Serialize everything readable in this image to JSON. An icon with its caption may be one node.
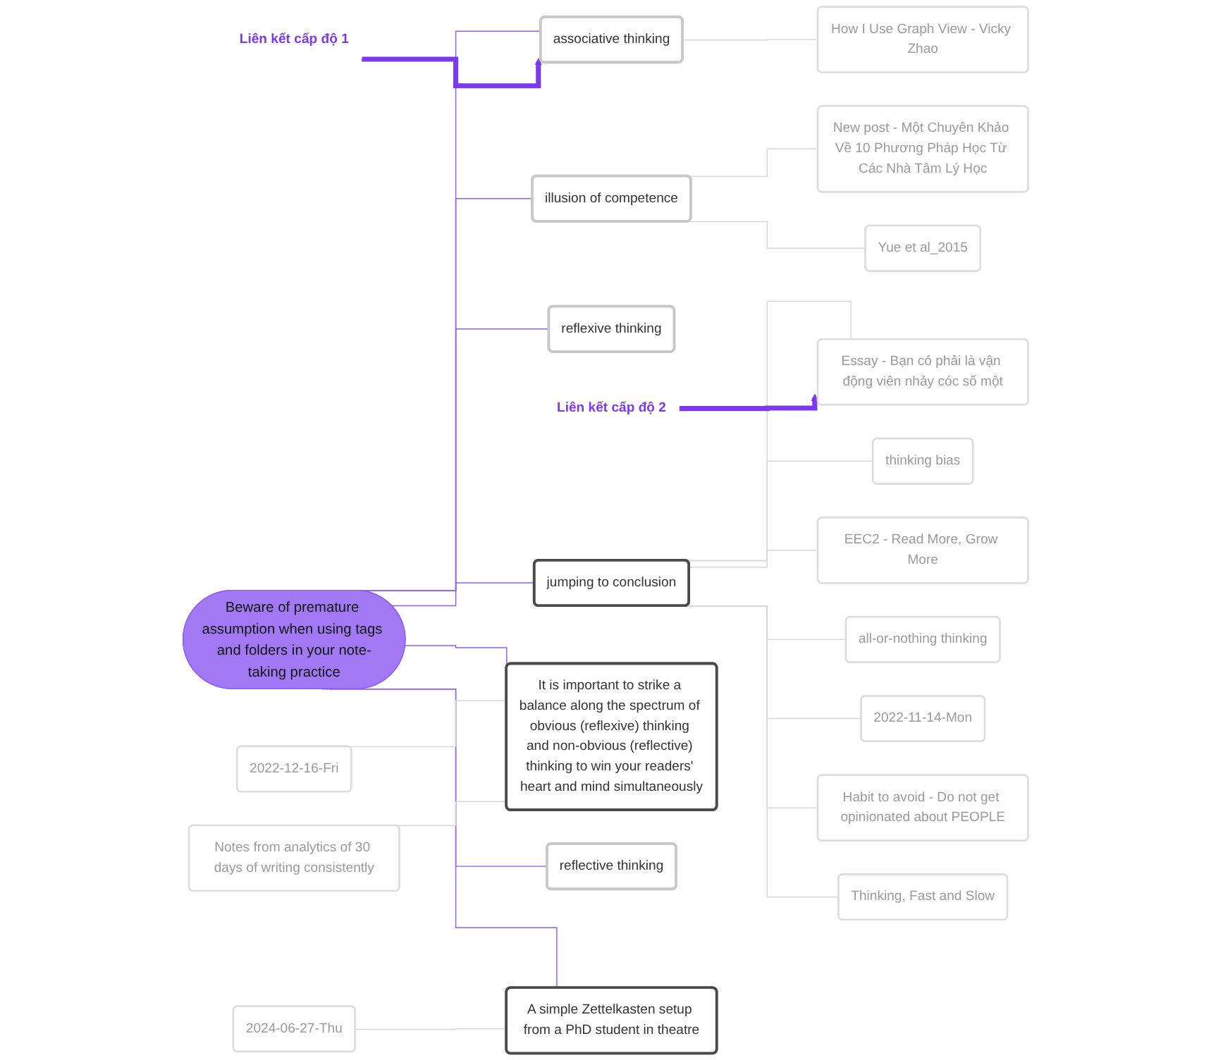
{
  "diagram": {
    "nodes": [
      {
        "text": [
          "Beware of premature assumption when using tags and folders in your note-taking practice"
        ]
      },
      {
        "text": [
          "jumping to conclusion"
        ]
      },
      {
        "text": [
          "reflexive thinking"
        ]
      },
      {
        "text": [
          "associative thinking"
        ]
      },
      {
        "text": [
          "illusion of competence"
        ]
      },
      {
        "text": [
          "It is important to strike a balance along the spectrum of obvious (reflexive) thinking and non-obvious (reflective) thinking to win your readers' heart and mind simultaneously"
        ]
      },
      {
        "text": [
          "reflective thinking"
        ]
      },
      {
        "text": [
          "A simple Zettelkasten setup from a PhD student in theatre"
        ]
      },
      {
        "text": [
          "Thinking, Fast and Slow"
        ]
      },
      {
        "text": [
          "Habit to avoid - Do not get opinionated about PEOPLE"
        ]
      },
      {
        "text": [
          "2022-11-14-Mon"
        ]
      },
      {
        "text": [
          "all-or-nothing thinking"
        ]
      },
      {
        "text": [
          "Essay - Bạn có phải là vận động viên nhảy cóc số một"
        ]
      },
      {
        "text": [
          "EEC2 - Read More, Grow More"
        ]
      },
      {
        "text": [
          "thinking bias"
        ]
      },
      {
        "text": [
          "2022-12-16-Fri"
        ]
      },
      {
        "text": [
          "Yue et al_2015"
        ]
      },
      {
        "text": [
          "2024-06-27-Thu"
        ]
      },
      {
        "text": [
          "Notes from analytics of 30 days of writing consistently"
        ]
      },
      {
        "text": [
          "How I Use Graph View - Vicky Zhao"
        ]
      },
      {
        "text": [
          "New post - Một Chuyên Khảo Về 10 Phương Pháp Học Từ Các Nhà Tâm Lý Học"
        ]
      },
      {
        "text": [
          "Liên kết cấp độ 2"
        ]
      },
      {
        "text": [
          "Liên kết cấp độ 1"
        ]
      }
    ],
    "edges": [
      {
        "from": 0,
        "to": 1,
        "arrow": "none",
        "color": "#8b5cf6"
      },
      {
        "from": 0,
        "to": 2,
        "arrow": "none",
        "color": "#8b5cf6"
      },
      {
        "from": 0,
        "to": 3,
        "arrow": "none",
        "color": "#8b5cf6"
      },
      {
        "from": 0,
        "to": 4,
        "arrow": "none",
        "color": "#8b5cf6"
      },
      {
        "from": 0,
        "to": 5,
        "arrow": "none",
        "color": "#8b5cf6"
      },
      {
        "from": 0,
        "to": 6,
        "arrow": "none",
        "color": "#8b5cf6"
      },
      {
        "from": 0,
        "to": 7,
        "arrow": "none",
        "color": "#8b5cf6"
      },
      {
        "from": 1,
        "to": 8,
        "arrow": "none"
      },
      {
        "from": 1,
        "to": 9,
        "arrow": "none"
      },
      {
        "from": 1,
        "to": 10,
        "arrow": "none"
      },
      {
        "from": 1,
        "to": 11,
        "arrow": "none"
      },
      {
        "from": 1,
        "to": 12,
        "arrow": "none"
      },
      {
        "from": 1,
        "to": 13,
        "arrow": "none"
      },
      {
        "from": 1,
        "to": 14,
        "arrow": "none"
      },
      {
        "from": 4,
        "to": 16,
        "arrow": "none"
      },
      {
        "from": 4,
        "to": 20,
        "arrow": "none"
      },
      {
        "from": 15,
        "to": 5,
        "arrow": "none"
      },
      {
        "from": 18,
        "to": 5,
        "arrow": "none"
      },
      {
        "from": 17,
        "to": 7,
        "arrow": "none"
      },
      {
        "from": 3,
        "to": 19,
        "arrow": "none"
      },
      {
        "from": 21,
        "to": 12,
        "arrow": "to",
        "style": "thick",
        "color": "#7c3aed"
      },
      {
        "from": 22,
        "to": 3,
        "arrow": "to",
        "style": "thick",
        "color": "#7c3aed"
      }
    ]
  }
}
